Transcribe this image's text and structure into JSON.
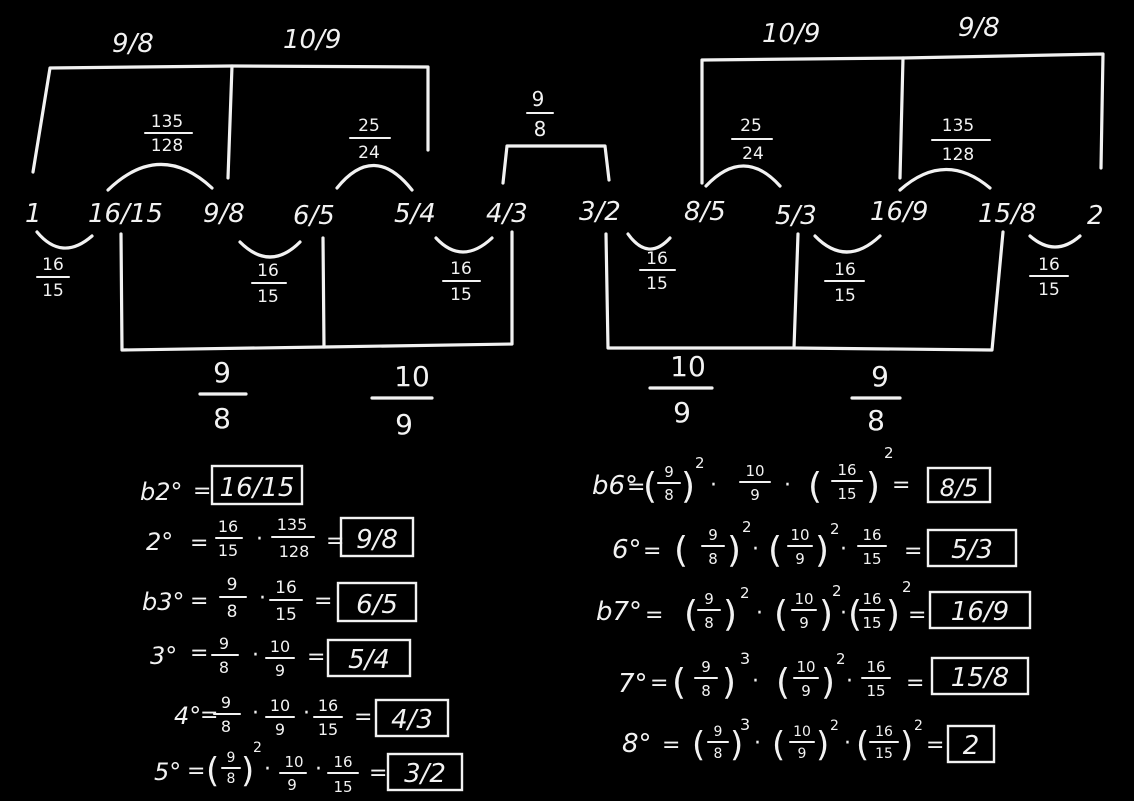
{
  "scale_notes": [
    "1",
    "16/15",
    "9/8",
    "6/5",
    "5/4",
    "4/3",
    "3/2",
    "8/5",
    "5/3",
    "16/9",
    "15/8",
    "2"
  ],
  "top_brackets": {
    "left": [
      "9/8",
      "10/9"
    ],
    "middle": "9/8",
    "right": [
      "10/9",
      "9/8"
    ]
  },
  "top_arcs": {
    "left_a": {
      "num": "135",
      "den": "128"
    },
    "left_b": {
      "num": "25",
      "den": "24"
    },
    "right_a": {
      "num": "25",
      "den": "24"
    },
    "right_b": {
      "num": "135",
      "den": "128"
    }
  },
  "semitone": {
    "num": "16",
    "den": "15"
  },
  "bottom_brackets": {
    "left_a": {
      "num": "9",
      "den": "8"
    },
    "left_b": {
      "num": "10",
      "den": "9"
    },
    "right_a": {
      "num": "10",
      "den": "9"
    },
    "right_b": {
      "num": "9",
      "den": "8"
    }
  },
  "left_equations": [
    {
      "label": "b2°",
      "result": "16/15"
    },
    {
      "label": "2°",
      "result": "9/8"
    },
    {
      "label": "b3°",
      "result": "6/5"
    },
    {
      "label": "3°",
      "result": "5/4"
    },
    {
      "label": "4°",
      "result": "4/3"
    },
    {
      "label": "5°",
      "result": "3/2"
    }
  ],
  "right_equations": [
    {
      "label": "b6°",
      "result": "8/5"
    },
    {
      "label": "6°",
      "result": "5/3"
    },
    {
      "label": "b7°",
      "result": "16/9"
    },
    {
      "label": "7°",
      "result": "15/8"
    },
    {
      "label": "8°",
      "result": "2"
    }
  ],
  "symbols": {
    "eq": "=",
    "dot": "·",
    "lp": "(",
    "rp": ")",
    "sq": "2",
    "cube": "3"
  }
}
